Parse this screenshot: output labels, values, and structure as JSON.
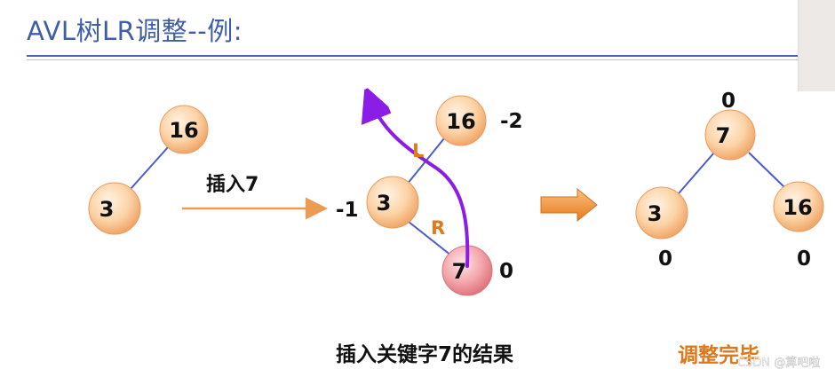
{
  "title": "AVL树LR调整--例:",
  "diagram1": {
    "nodes": [
      "16",
      "3"
    ]
  },
  "insert_label": "插入7",
  "diagram2": {
    "nodes": [
      "16",
      "3",
      "7"
    ],
    "balance": [
      "-2",
      "-1",
      "0"
    ],
    "rotation_labels": [
      "L",
      "R"
    ]
  },
  "diagram3": {
    "nodes": [
      "7",
      "3",
      "16"
    ],
    "balance": [
      "0",
      "0",
      "0"
    ]
  },
  "caption_result": "插入关键字7的结果",
  "caption_done": "调整完毕",
  "watermark": "CSDN @算吧啦",
  "colors": {
    "title": "#3f5ea8",
    "node_fill": "#fcd3a6",
    "new_node_fill": "#f3a6ab",
    "edge": "#4a5bd0",
    "insert_arrow": "#ec9b50",
    "rotation_curve": "#8a1ee6",
    "accent_orange": "#e07a1b"
  }
}
